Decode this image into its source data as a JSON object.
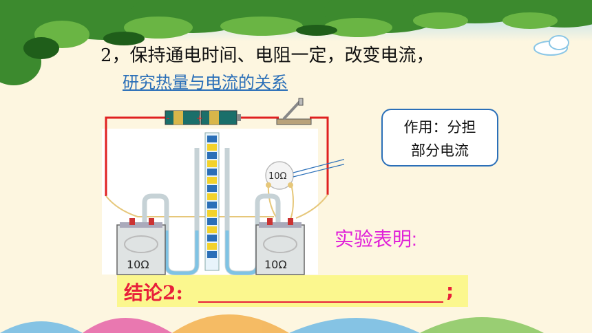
{
  "heading": "2，保持通电时间、电阻一定，改变电流，",
  "subheading": "研究热量与电流的关系",
  "callout": {
    "line1": "作用：分担",
    "line2": "部分电流"
  },
  "resistors": {
    "shunt": "10Ω",
    "left": "10Ω",
    "right": "10Ω"
  },
  "battery_marks": {
    "minus": "-",
    "plus": "+"
  },
  "finding": "实验表明:",
  "conclusion": {
    "label": "结论2:",
    "end": ";"
  },
  "colors": {
    "wire": "#e02020",
    "leaf": "#3c8a2e",
    "callout_border": "#2a6fb8",
    "finding": "#e020d8",
    "conclusion": "#e8203a",
    "highlight": "#fbf78e"
  }
}
